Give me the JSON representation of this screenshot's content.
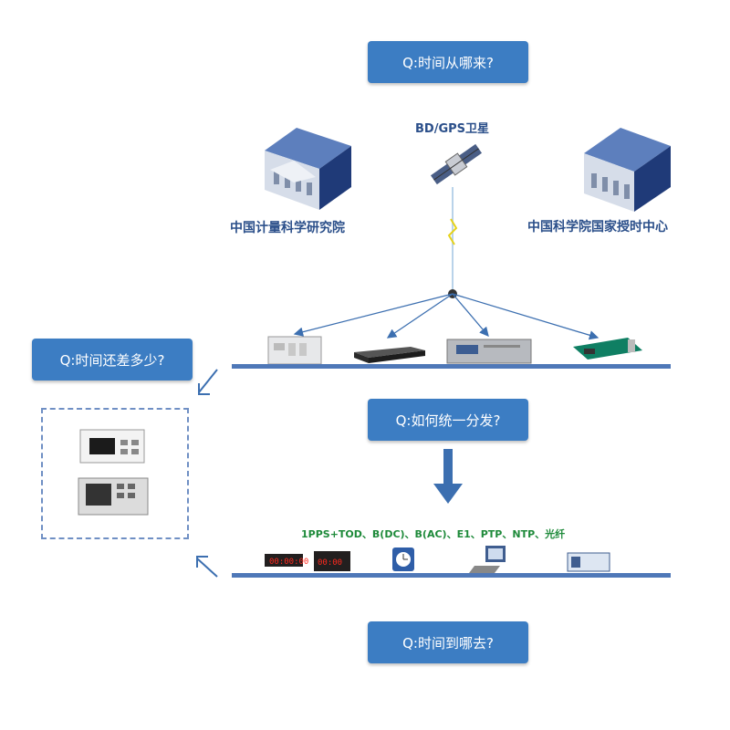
{
  "questions": {
    "q1": "Q:时间从哪来?",
    "q2": "Q:时间还差多少?",
    "q3": "Q:如何统一分发?",
    "q4": "Q:时间到哪去?"
  },
  "labels": {
    "satellite": "BD/GPS卫星",
    "left_building": "中国计量科学研究院",
    "right_building": "中国科学院国家授时中心",
    "signals": "1PPS+TOD、B(DC)、B(AC)、E1、PTP、NTP、光纤"
  },
  "colors": {
    "accent": "#3c7dc3",
    "bar": "#4f78b8",
    "label": "#2b4f8a",
    "signal_text": "#1e8a3a"
  }
}
